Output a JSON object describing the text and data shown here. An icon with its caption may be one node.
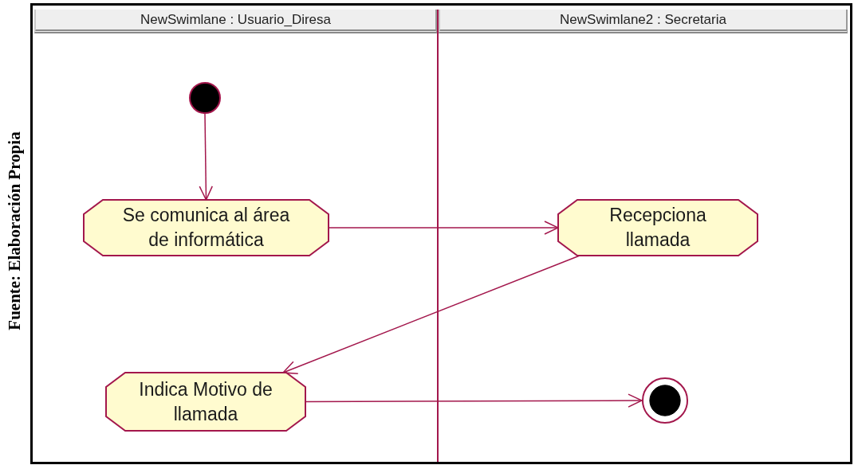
{
  "diagram": {
    "caption": "Fuente: Elaboración Propia",
    "nodes": [
      {
        "text": [
          "NewSwimlane : Usuario_Diresa"
        ]
      },
      {
        "text": [
          "NewSwimlane2 : Secretaria"
        ]
      },
      {
        "text": [],
        "shape": "circle",
        "in": 0
      },
      {
        "text": [
          "Se comunica al área de informática"
        ],
        "in": 0
      },
      {
        "text": [
          "Recepciona llamada"
        ],
        "in": 1
      },
      {
        "text": [
          "Indica Motivo de llamada"
        ],
        "in": 0
      },
      {
        "text": [],
        "shape": "bullseye",
        "in": 1
      }
    ],
    "edges": [
      {
        "from": 2,
        "to": 3,
        "arrow": "to"
      },
      {
        "from": 3,
        "to": 4,
        "arrow": "to"
      },
      {
        "from": 4,
        "to": 5,
        "arrow": "to"
      },
      {
        "from": 5,
        "to": 6,
        "arrow": "to"
      }
    ]
  }
}
